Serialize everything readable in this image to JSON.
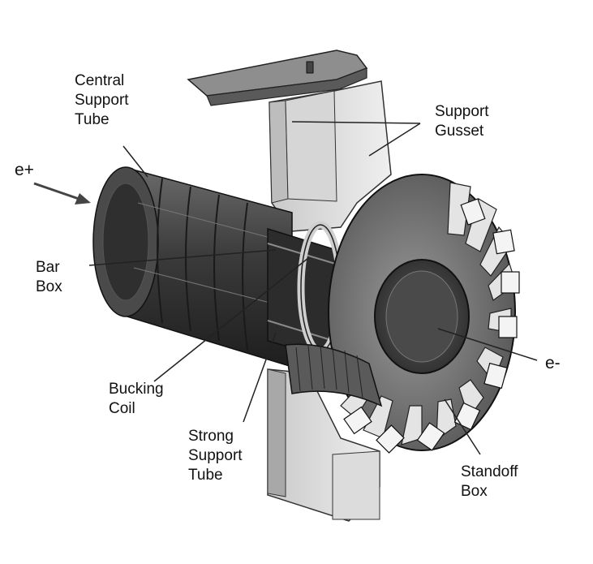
{
  "labels": {
    "central_support_tube": [
      "Central",
      "Support",
      "Tube"
    ],
    "support_gusset": [
      "Support",
      "Gusset"
    ],
    "e_plus": "e+",
    "bar_box": [
      "Bar",
      "Box"
    ],
    "bucking_coil": [
      "Bucking",
      "Coil"
    ],
    "strong_support_tube": [
      "Strong",
      "Support",
      "Tube"
    ],
    "e_minus": "e-",
    "standoff_box": [
      "Standoff",
      "Box"
    ]
  },
  "colors": {
    "background": "#ffffff",
    "ink": "#111111",
    "dark_metal": "#3c3c3c",
    "mid_metal": "#8a8a8a",
    "light_metal": "#d8d8d8"
  }
}
